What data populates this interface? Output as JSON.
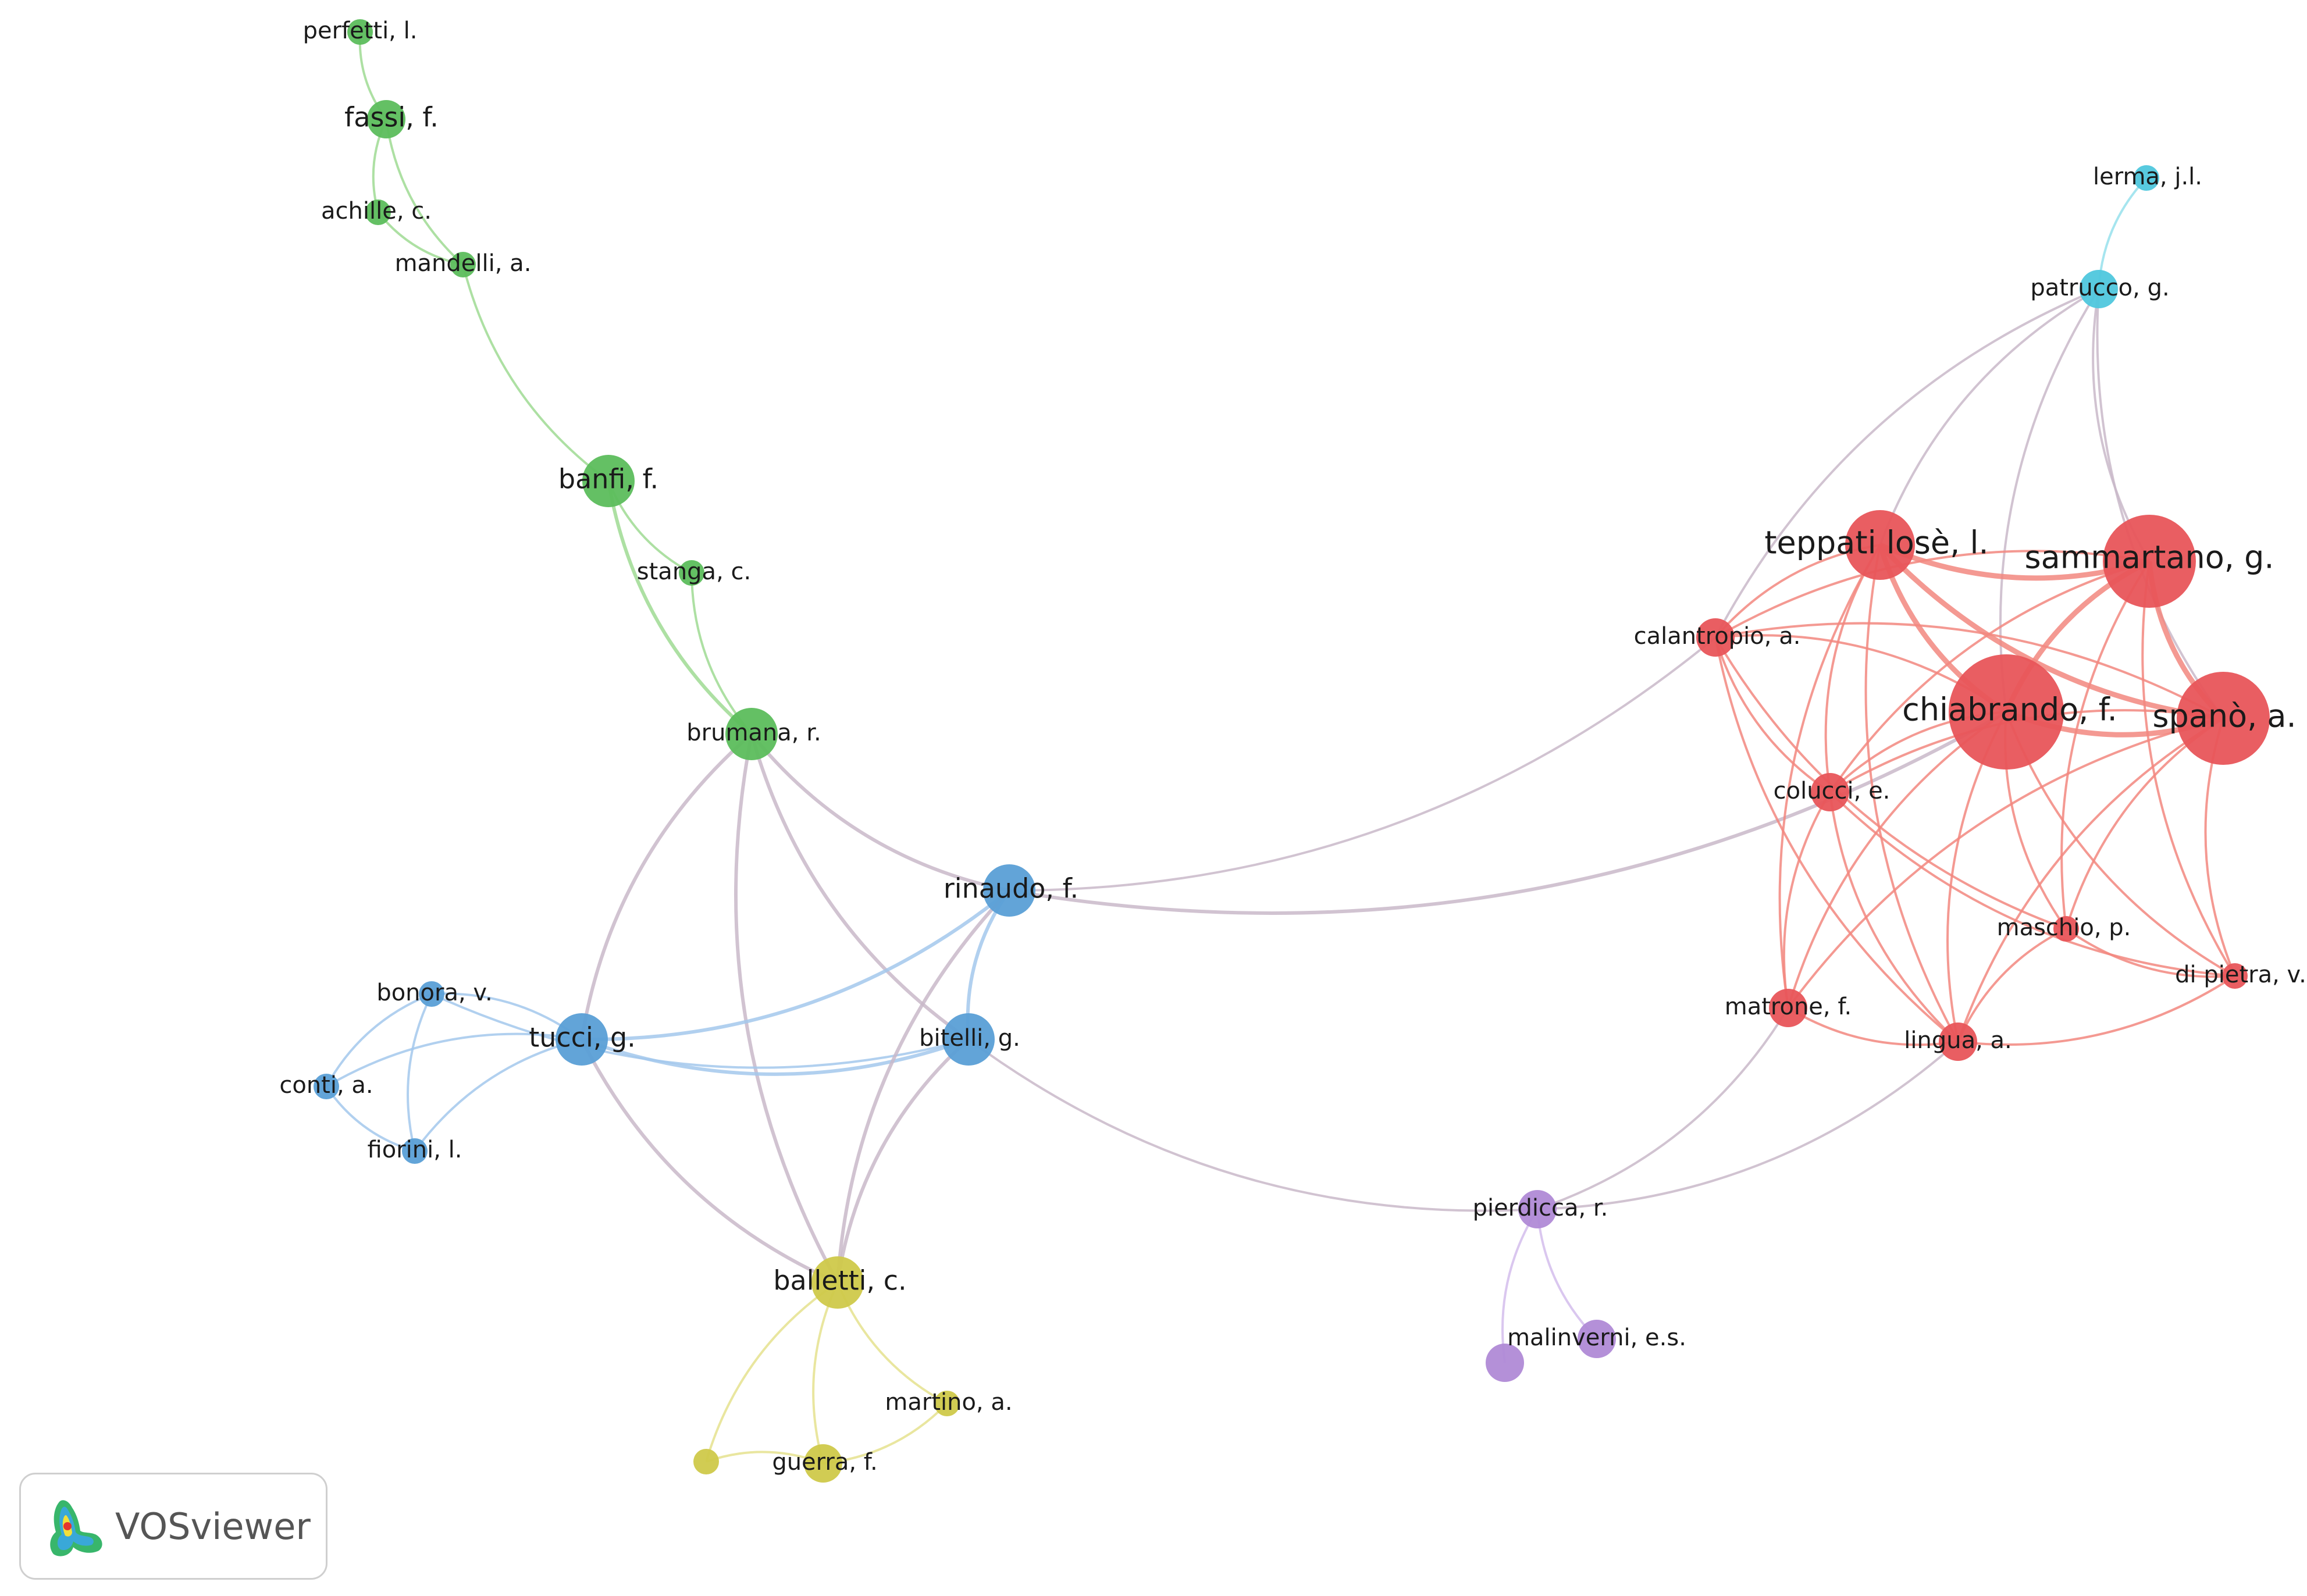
{
  "app": {
    "name": "VOSviewer"
  },
  "colors": {
    "red": "#e8555a",
    "green": "#5cbd5c",
    "blue": "#5a9fd6",
    "yellow": "#cfc94a",
    "purple": "#b08ad6",
    "cyan": "#4fc7dd"
  },
  "network": {
    "nodes": [
      {
        "id": "perfetti",
        "label": "perfetti, l.",
        "cluster": "green",
        "weight": 1
      },
      {
        "id": "fassi",
        "label": "fassi, f.",
        "cluster": "green",
        "weight": 2
      },
      {
        "id": "achille",
        "label": "achille, c.",
        "cluster": "green",
        "weight": 1
      },
      {
        "id": "mandelli",
        "label": "mandelli, a.",
        "cluster": "green",
        "weight": 1
      },
      {
        "id": "banfi",
        "label": "banfi, f.",
        "cluster": "green",
        "weight": 3
      },
      {
        "id": "stanga",
        "label": "stanga, c.",
        "cluster": "green",
        "weight": 1
      },
      {
        "id": "brumana",
        "label": "brumana, r.",
        "cluster": "green",
        "weight": 3
      },
      {
        "id": "rinaudo",
        "label": "rinaudo, f.",
        "cluster": "blue",
        "weight": 3
      },
      {
        "id": "tucci",
        "label": "tucci, g.",
        "cluster": "blue",
        "weight": 3
      },
      {
        "id": "bonora",
        "label": "bonora, v.",
        "cluster": "blue",
        "weight": 1
      },
      {
        "id": "conti",
        "label": "conti, a.",
        "cluster": "blue",
        "weight": 1
      },
      {
        "id": "fiorini",
        "label": "fiorini, l.",
        "cluster": "blue",
        "weight": 1
      },
      {
        "id": "bitelli",
        "label": "bitelli, g.",
        "cluster": "blue",
        "weight": 3
      },
      {
        "id": "balletti",
        "label": "balletti, c.",
        "cluster": "yellow",
        "weight": 3
      },
      {
        "id": "martino",
        "label": "martino, a.",
        "cluster": "yellow",
        "weight": 1
      },
      {
        "id": "guerra",
        "label": "guerra, f.",
        "cluster": "yellow",
        "weight": 2
      },
      {
        "id": "yellow_unlabeled",
        "label": "",
        "cluster": "yellow",
        "weight": 1
      },
      {
        "id": "pierdicca",
        "label": "pierdicca, r.",
        "cluster": "purple",
        "weight": 2
      },
      {
        "id": "malinverni",
        "label": "malinverni, e.s.",
        "cluster": "purple",
        "weight": 2
      },
      {
        "id": "purple_unlabeled",
        "label": "",
        "cluster": "purple",
        "weight": 2
      },
      {
        "id": "lerma",
        "label": "lerma, j.l.",
        "cluster": "cyan",
        "weight": 1
      },
      {
        "id": "patrucco",
        "label": "patrucco, g.",
        "cluster": "cyan",
        "weight": 2
      },
      {
        "id": "teppati",
        "label": "teppati losè, l.",
        "cluster": "red",
        "weight": 4
      },
      {
        "id": "sammartano",
        "label": "sammartano, g.",
        "cluster": "red",
        "weight": 5
      },
      {
        "id": "calantropio",
        "label": "calantropio, a.",
        "cluster": "red",
        "weight": 2
      },
      {
        "id": "chiabrando",
        "label": "chiabrando, f.",
        "cluster": "red",
        "weight": 6
      },
      {
        "id": "spano",
        "label": "spanò, a.",
        "cluster": "red",
        "weight": 5
      },
      {
        "id": "colucci",
        "label": "colucci, e.",
        "cluster": "red",
        "weight": 2
      },
      {
        "id": "maschio",
        "label": "maschio, p.",
        "cluster": "red",
        "weight": 1
      },
      {
        "id": "dipietra",
        "label": "di pietra, v.",
        "cluster": "red",
        "weight": 1
      },
      {
        "id": "matrone",
        "label": "matrone, f.",
        "cluster": "red",
        "weight": 2
      },
      {
        "id": "lingua",
        "label": "lingua, a.",
        "cluster": "red",
        "weight": 2
      }
    ],
    "links": [
      [
        "perfetti",
        "fassi"
      ],
      [
        "fassi",
        "achille"
      ],
      [
        "fassi",
        "mandelli"
      ],
      [
        "achille",
        "mandelli"
      ],
      [
        "mandelli",
        "banfi"
      ],
      [
        "banfi",
        "stanga"
      ],
      [
        "banfi",
        "brumana"
      ],
      [
        "stanga",
        "brumana"
      ],
      [
        "brumana",
        "tucci"
      ],
      [
        "brumana",
        "rinaudo"
      ],
      [
        "brumana",
        "bitelli"
      ],
      [
        "brumana",
        "balletti"
      ],
      [
        "tucci",
        "bonora"
      ],
      [
        "tucci",
        "conti"
      ],
      [
        "tucci",
        "fiorini"
      ],
      [
        "tucci",
        "rinaudo"
      ],
      [
        "tucci",
        "bitelli"
      ],
      [
        "bonora",
        "conti"
      ],
      [
        "bonora",
        "fiorini"
      ],
      [
        "conti",
        "fiorini"
      ],
      [
        "bonora",
        "bitelli"
      ],
      [
        "rinaudo",
        "bitelli"
      ],
      [
        "rinaudo",
        "calantropio"
      ],
      [
        "rinaudo",
        "chiabrando"
      ],
      [
        "tucci",
        "balletti"
      ],
      [
        "bitelli",
        "balletti"
      ],
      [
        "rinaudo",
        "balletti"
      ],
      [
        "bitelli",
        "pierdicca"
      ],
      [
        "balletti",
        "martino"
      ],
      [
        "balletti",
        "guerra"
      ],
      [
        "balletti",
        "yellow_unlabeled"
      ],
      [
        "guerra",
        "martino"
      ],
      [
        "guerra",
        "yellow_unlabeled"
      ],
      [
        "pierdicca",
        "malinverni"
      ],
      [
        "pierdicca",
        "purple_unlabeled"
      ],
      [
        "pierdicca",
        "matrone"
      ],
      [
        "pierdicca",
        "lingua"
      ],
      [
        "lerma",
        "patrucco"
      ],
      [
        "patrucco",
        "teppati"
      ],
      [
        "patrucco",
        "sammartano"
      ],
      [
        "patrucco",
        "chiabrando"
      ],
      [
        "patrucco",
        "spano"
      ],
      [
        "patrucco",
        "calantropio"
      ],
      [
        "teppati",
        "sammartano"
      ],
      [
        "teppati",
        "chiabrando"
      ],
      [
        "teppati",
        "spano"
      ],
      [
        "teppati",
        "calantropio"
      ],
      [
        "teppati",
        "colucci"
      ],
      [
        "teppati",
        "lingua"
      ],
      [
        "teppati",
        "matrone"
      ],
      [
        "sammartano",
        "chiabrando"
      ],
      [
        "sammartano",
        "spano"
      ],
      [
        "sammartano",
        "calantropio"
      ],
      [
        "sammartano",
        "colucci"
      ],
      [
        "sammartano",
        "maschio"
      ],
      [
        "sammartano",
        "dipietra"
      ],
      [
        "chiabrando",
        "spano"
      ],
      [
        "chiabrando",
        "calantropio"
      ],
      [
        "chiabrando",
        "colucci"
      ],
      [
        "chiabrando",
        "maschio"
      ],
      [
        "chiabrando",
        "matrone"
      ],
      [
        "chiabrando",
        "lingua"
      ],
      [
        "chiabrando",
        "dipietra"
      ],
      [
        "spano",
        "calantropio"
      ],
      [
        "spano",
        "colucci"
      ],
      [
        "spano",
        "maschio"
      ],
      [
        "spano",
        "lingua"
      ],
      [
        "spano",
        "dipietra"
      ],
      [
        "spano",
        "matrone"
      ],
      [
        "calantropio",
        "colucci"
      ],
      [
        "calantropio",
        "maschio"
      ],
      [
        "calantropio",
        "lingua"
      ],
      [
        "colucci",
        "matrone"
      ],
      [
        "colucci",
        "lingua"
      ],
      [
        "colucci",
        "dipietra"
      ],
      [
        "maschio",
        "lingua"
      ],
      [
        "maschio",
        "dipietra"
      ],
      [
        "matrone",
        "lingua"
      ],
      [
        "lingua",
        "dipietra"
      ]
    ]
  }
}
